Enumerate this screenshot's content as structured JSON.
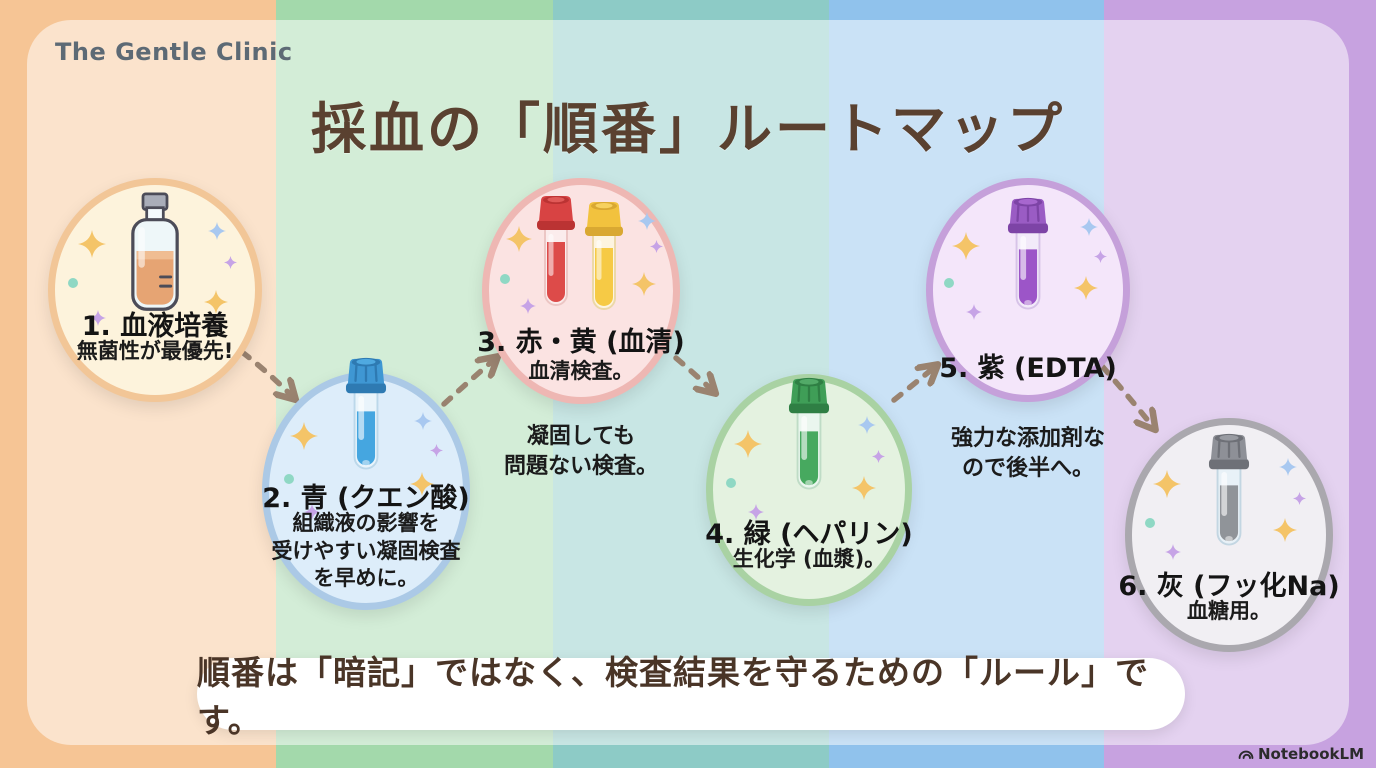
{
  "header": {
    "logo": "The Gentle Clinic",
    "title": "採血の「順番」ルートマップ"
  },
  "nodes": [
    {
      "id": 1,
      "icon": "blood-culture-bottle-icon",
      "title": "1. 血液培養",
      "body": "無菌性が最優先!",
      "caption": "",
      "circle_fill": "#fdf3dc",
      "circle_border": "#f2c697",
      "accent": "#e6a473"
    },
    {
      "id": 2,
      "icon": "blue-tube-icon",
      "title": "2. 青 (クエン酸)",
      "body": "組織液の影響を\n受けやすい凝固検査\nを早めに。",
      "caption": "",
      "circle_fill": "#ddedfa",
      "circle_border": "#abc9e6",
      "accent": "#45a6e0"
    },
    {
      "id": 3,
      "icon": "red-yellow-tubes-icon",
      "title": "3. 赤・黄 (血清)",
      "body": "血清検査。",
      "caption": "凝固しても\n問題ない検査。",
      "circle_fill": "#fbe3e2",
      "circle_border": "#eeb7b3",
      "accent": "#dd4b49",
      "accent2": "#f6ca45"
    },
    {
      "id": 4,
      "icon": "green-tube-icon",
      "title": "4. 緑 (ヘパリン)",
      "body": "生化学 (血漿)。",
      "caption": "",
      "circle_fill": "#e4f2e0",
      "circle_border": "#a9d2a3",
      "accent": "#47a95f"
    },
    {
      "id": 5,
      "icon": "purple-tube-icon",
      "title": "5. 紫 (EDTA)",
      "body": "",
      "caption": "強力な添加剤な\nので後半へ。",
      "circle_fill": "#f4e6fa",
      "circle_border": "#c5a0da",
      "accent": "#9c55c8"
    },
    {
      "id": 6,
      "icon": "gray-tube-icon",
      "title": "6. 灰 (フッ化Na)",
      "body": "血糖用。",
      "caption": "",
      "circle_fill": "#f1eff3",
      "circle_border": "#aaa8ae",
      "accent": "#909499"
    }
  ],
  "banner": {
    "text": "順番は「暗記」ではなく、検査結果を守るための「ルール」です。"
  },
  "footer": {
    "watermark": "NotebookLM"
  },
  "palette": {
    "stripes_saturated": [
      "#f6c595",
      "#a3d9ab",
      "#8dcbc6",
      "#90c2ec",
      "#c7a2e0"
    ],
    "panel_overlay": "rgba(255,255,255,0.52)",
    "title_color": "#5a4130",
    "logo_color": "#5d6a75",
    "arrow_color": "#9a8370",
    "banner_text_color": "#4a3527",
    "node_text_color": "#141414"
  }
}
